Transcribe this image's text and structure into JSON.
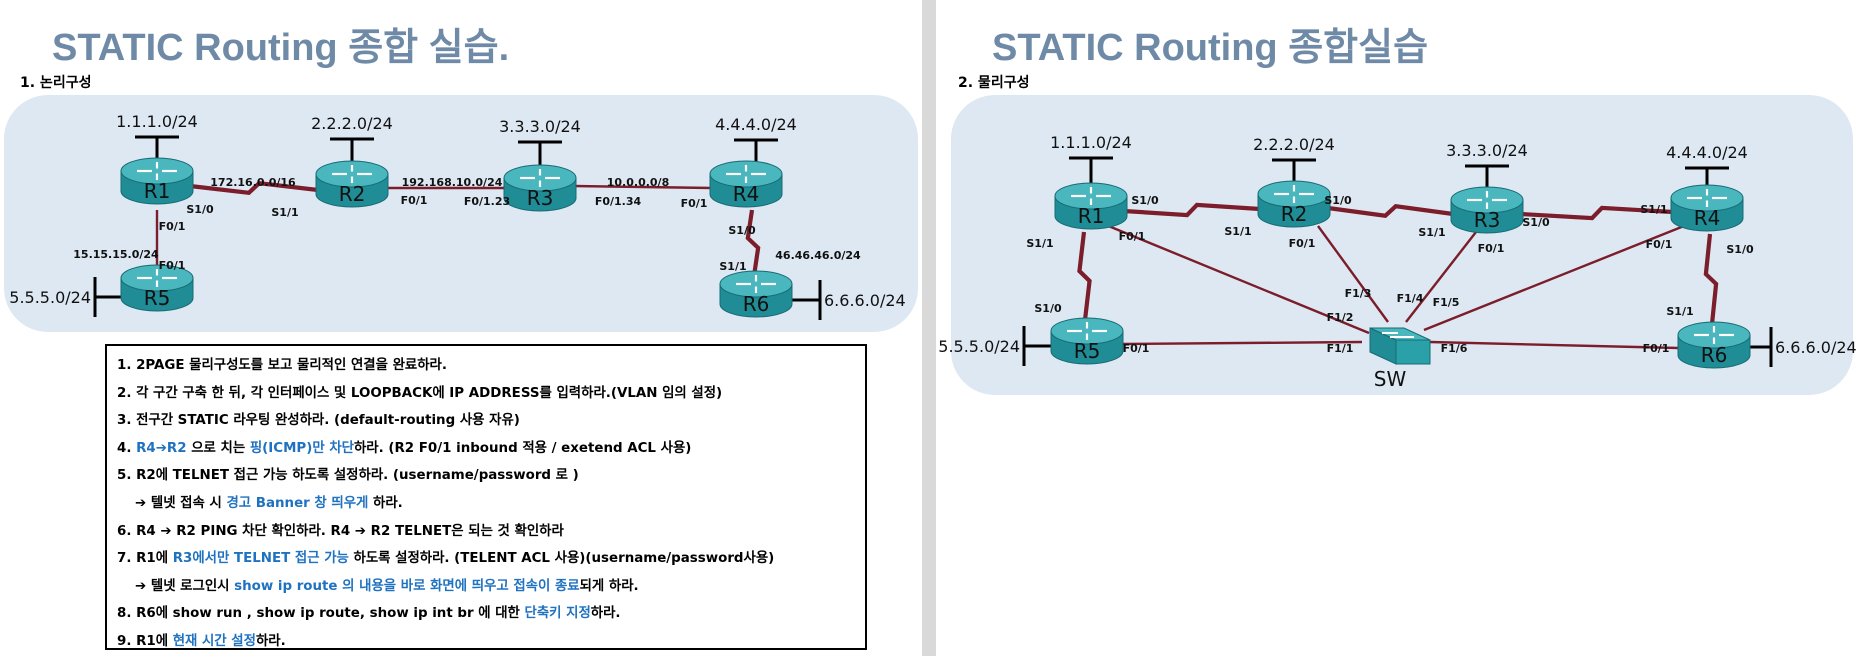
{
  "left": {
    "title": "STATIC Routing 종합 실습.",
    "subtitle": "1. 논리구성",
    "routers": [
      "R1",
      "R2",
      "R3",
      "R4",
      "R5",
      "R6"
    ],
    "networks": [
      "1.1.1.0/24",
      "2.2.2.0/24",
      "3.3.3.0/24",
      "4.4.4.0/24",
      "5.5.5.0/24",
      "6.6.6.0/24"
    ],
    "links": [
      "172.16.0.0/16",
      "192.168.10.0/24",
      "10.0.0.0/8",
      "15.15.15.0/24",
      "46.46.46.0/24"
    ],
    "interfaces": {
      "r1_s10": "S1/0",
      "r1_f01": "F0/1",
      "r2_s11": "S1/1",
      "r2_f01": "F0/1",
      "r3_f0123": "F0/1.23",
      "r3_f0134": "F0/1.34",
      "r4_f01": "F0/1",
      "r4_s10": "S1/0",
      "r5_f01": "F0/1",
      "r6_s11": "S1/1"
    },
    "tasks": [
      [
        {
          "t": "1. 2PAGE 물리구성도를 보고 물리적인 연결을 완료하라."
        }
      ],
      [
        {
          "t": "2. 각 구간 구축 한 뒤, 각 인터페이스 및 LOOPBACK에 IP ADDRESS를 입력하라.(VLAN 임의 설정)"
        }
      ],
      [
        {
          "t": "3. 전구간 STATIC 라우팅 완성하라. (default-routing 사용 자유)"
        }
      ],
      [
        {
          "t": "4. "
        },
        {
          "t": "R4➔R2",
          "hl": true
        },
        {
          "t": " 으로 치는 "
        },
        {
          "t": "핑(ICMP)만 차단",
          "hl": true
        },
        {
          "t": "하라. (R2 F0/1 inbound 적용 / exetend ACL 사용)"
        }
      ],
      [
        {
          "t": "5. R2에 TELNET 접근 가능 하도록 설정하라. (username/password 로 )"
        }
      ],
      [
        {
          "t": "➔ 텔넷 접속 시 "
        },
        {
          "t": "경고 Banner 창 띄우게",
          "hl": true
        },
        {
          "t": " 하라."
        }
      ],
      [
        {
          "t": "6. R4 ➔ R2 PING 차단 확인하라.  R4 ➔ R2 TELNET은 되는 것 확인하라"
        }
      ],
      [
        {
          "t": "7. R1에 "
        },
        {
          "t": "R3에서만 TELNET 접근 가능",
          "hl": true
        },
        {
          "t": " 하도록 설정하라. (TELENT ACL 사용)(username/password사용)"
        }
      ],
      [
        {
          "t": "➔ 텔넷 로그인시 "
        },
        {
          "t": "show ip route 의 내용을 바로 화면에 띄우고 접속이 종료",
          "hl": true
        },
        {
          "t": "되게 하라."
        }
      ],
      [
        {
          "t": "8. R6에 show run , show ip route, show ip int br 에 대한 "
        },
        {
          "t": "단축키 지정",
          "hl": true
        },
        {
          "t": "하라."
        }
      ],
      [
        {
          "t": "9. R1에 "
        },
        {
          "t": "현재 시간 설정",
          "hl": true
        },
        {
          "t": "하라."
        }
      ]
    ],
    "sub_task_indices": [
      5,
      8
    ]
  },
  "right": {
    "title": "STATIC Routing 종합실습",
    "subtitle": "2. 물리구성",
    "routers": [
      "R1",
      "R2",
      "R3",
      "R4",
      "R5",
      "R6"
    ],
    "switch_label": "SW",
    "networks": [
      "1.1.1.0/24",
      "2.2.2.0/24",
      "3.3.3.0/24",
      "4.4.4.0/24",
      "5.5.5.0/24",
      "6.6.6.0/24"
    ],
    "interfaces": {
      "r1_s10": "S1/0",
      "r1_s11": "S1/1",
      "r1_f01": "F0/1",
      "r2_s10": "S1/0",
      "r2_s11": "S1/1",
      "r2_f01": "F0/1",
      "r3_s11": "S1/1",
      "r3_s10": "S1/0",
      "r3_f01": "F0/1",
      "r4_s11": "S1/1",
      "r4_s10": "S1/0",
      "r4_f01": "F0/1",
      "r5_s10": "S1/0",
      "r5_f01": "F0/1",
      "r6_s11": "S1/1",
      "r6_f01": "F0/1",
      "sw_f11": "F1/1",
      "sw_f12": "F1/2",
      "sw_f13": "F1/3",
      "sw_f14": "F1/4",
      "sw_f15": "F1/5",
      "sw_f16": "F1/6"
    }
  },
  "colors": {
    "title": "#6f8aa6",
    "panel": "#dde8f3",
    "link": "#7b1d2a",
    "router": "#2f9fa8",
    "highlight": "#1f72c0"
  }
}
